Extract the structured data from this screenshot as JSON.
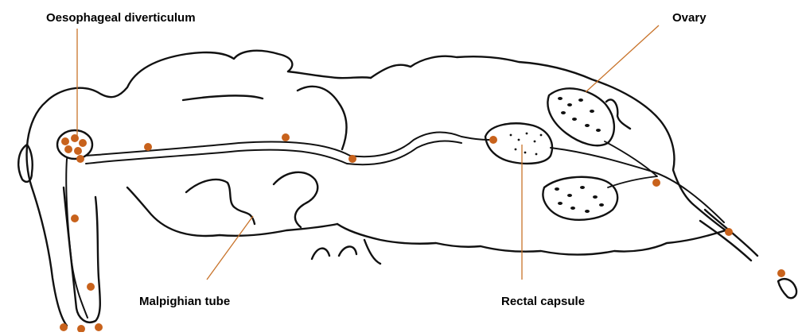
{
  "labels": {
    "oesophageal_diverticulum": "Oesophageal diverticulum",
    "ovary": "Ovary",
    "malpighian_tube": "Malpighian tube",
    "rectal_capsule": "Rectal capsule"
  },
  "colors": {
    "outline": "#111111",
    "leader_line": "#c8732a",
    "marker": "#c8621c",
    "text": "#000000",
    "background": "#ffffff"
  }
}
